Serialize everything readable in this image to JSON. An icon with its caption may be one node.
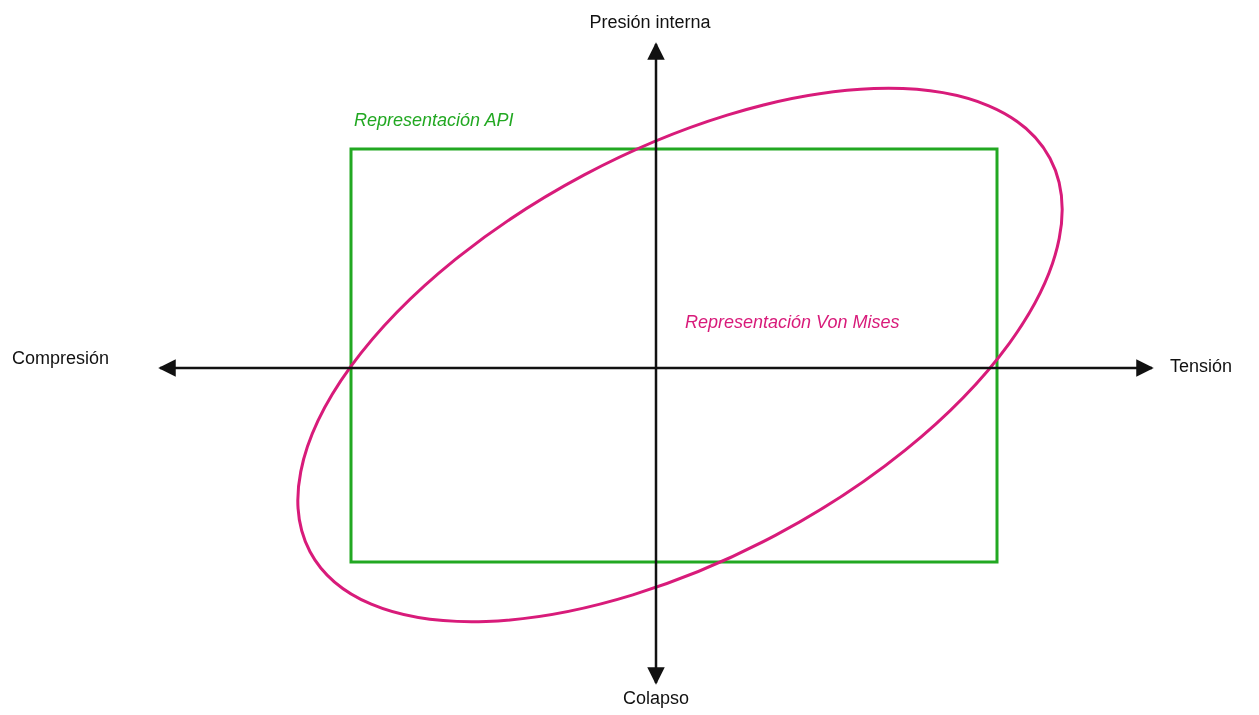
{
  "diagram": {
    "labels": [
      "Presión interna",
      "Representación API",
      "Representación Von Mises",
      "Compresión",
      "Tensión",
      "Colapso"
    ]
  }
}
